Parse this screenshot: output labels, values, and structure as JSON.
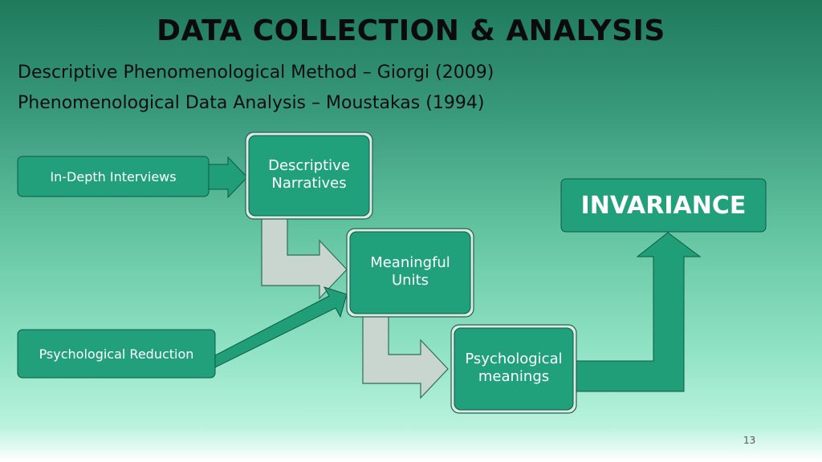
{
  "slide": {
    "title": "DATA COLLECTION & ANALYSIS",
    "subtitle_1": "Descriptive Phenomenological Method – Giorgi (2009)",
    "subtitle_2": "Phenomenological Data Analysis – Moustakas (1994)",
    "page_number": "13"
  },
  "diagram": {
    "inputs": {
      "interviews": "In-Depth Interviews",
      "reduction": "Psychological Reduction"
    },
    "steps": {
      "narratives": "Descriptive Narratives",
      "units": "Meaningful Units",
      "meanings": "Psychological meanings"
    },
    "outcome": "INVARIANCE",
    "colors": {
      "node_fill": "#20a17c",
      "node_border": "#0e5a43",
      "arrow_gray": "#c8d6cf",
      "arrow_green": "#1f9e78"
    }
  }
}
